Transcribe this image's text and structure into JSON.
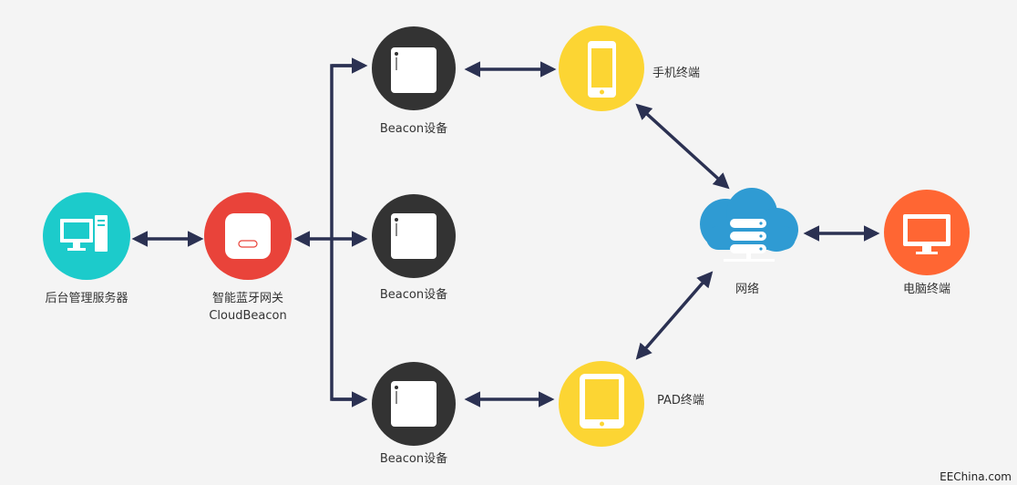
{
  "nodes": {
    "server": {
      "label": "后台管理服务器",
      "color": "#1ccbcb",
      "icon": "desktop-computer-icon"
    },
    "gateway": {
      "label": "智能蓝牙网关",
      "sublabel": "CloudBeacon",
      "color": "#e9433a",
      "icon": "gateway-device-icon"
    },
    "beacon1": {
      "label": "Beacon设备",
      "color": "#333333",
      "icon": "beacon-device-icon"
    },
    "beacon2": {
      "label": "Beacon设备",
      "color": "#333333",
      "icon": "beacon-device-icon"
    },
    "beacon3": {
      "label": "Beacon设备",
      "color": "#333333",
      "icon": "beacon-device-icon"
    },
    "phone": {
      "label": "手机终端",
      "color": "#fcd533",
      "icon": "smartphone-icon"
    },
    "pad": {
      "label": "PAD终端",
      "color": "#fcd533",
      "icon": "tablet-icon"
    },
    "network": {
      "label": "网络",
      "color": "#2f9bd3",
      "icon": "cloud-server-icon"
    },
    "pc": {
      "label": "电脑终端",
      "color": "#ff6633",
      "icon": "monitor-icon"
    }
  },
  "arrow_color": "#2b3152",
  "watermark": "EEChina.com"
}
